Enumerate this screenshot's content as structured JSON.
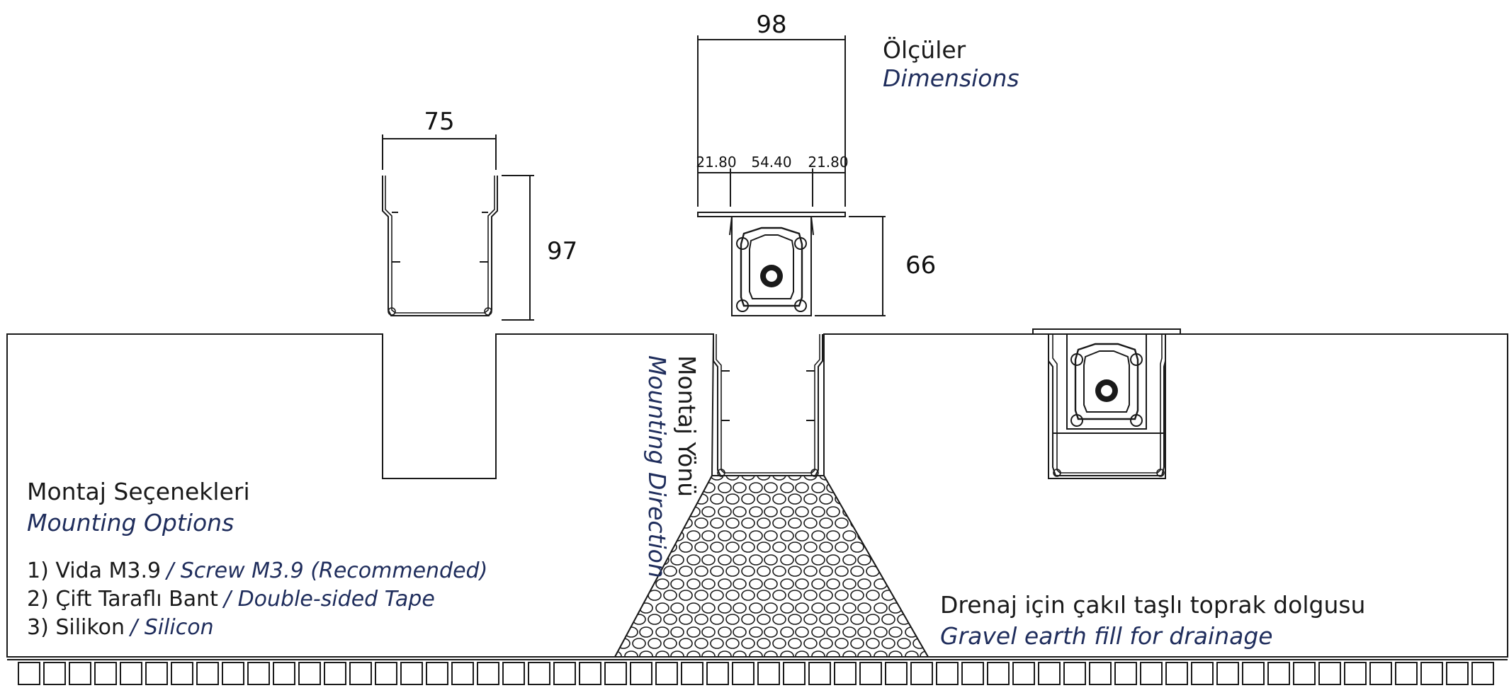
{
  "dimensions": {
    "profile_a_width": "75",
    "profile_a_height": "97",
    "profile_b_width": "98",
    "profile_b_height": "66",
    "profile_b_seg_1": "21.80",
    "profile_b_seg_2": "54.40",
    "profile_b_seg_3": "21.80"
  },
  "legend": {
    "dimensions_tr": "Ölçüler",
    "dimensions_en": "Dimensions"
  },
  "mounting_direction": {
    "tr": "Montaj Yönü",
    "en": "Mounting Direction"
  },
  "mounting_options": {
    "title_tr": "Montaj Seçenekleri",
    "title_en": "Mounting Options",
    "items": [
      {
        "tr": "1) Vida M3.9",
        "en": "/ Screw M3.9 (Recommended)"
      },
      {
        "tr": "2) Çift Taraflı Bant",
        "en": "/ Double-sided Tape"
      },
      {
        "tr": "3) Silikon",
        "en": "/ Silicon"
      }
    ]
  },
  "drainage": {
    "tr": "Drenaj için çakıl taşlı toprak dolgusu",
    "en": "Gravel earth fill for drainage"
  },
  "colors": {
    "line": "#1a1a1a",
    "english_text": "#1f2d5c",
    "background": "#ffffff"
  }
}
